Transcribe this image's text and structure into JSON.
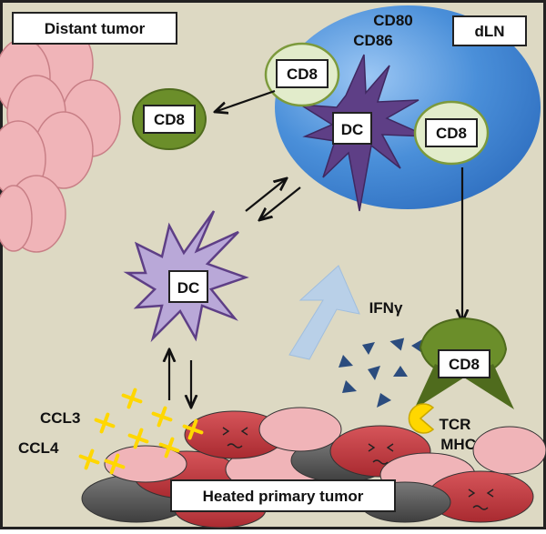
{
  "labels": {
    "distant_tumor": "Distant tumor",
    "dln": "dLN",
    "cd80": "CD80",
    "cd86": "CD86",
    "cd8_top": "CD8",
    "cd8_left": "CD8",
    "cd8_right": "CD8",
    "cd8_bottom": "CD8",
    "dc_top": "DC",
    "dc_mid": "DC",
    "ifng": "IFNγ",
    "ccl3": "CCL3",
    "ccl4": "CCL4",
    "tcr": "TCR",
    "mhci": "MHCI",
    "heated_primary_tumor": "Heated primary tumor"
  },
  "colors": {
    "background": "#ddd9c3",
    "dln_fill": "#4a8fd9",
    "cd8_activated": "#6b8e2a",
    "cd8_naive": "#e2eccb",
    "dc_fill": "#5e3f86",
    "dc_light": "#b9a8d8",
    "tumor_pink": "#e8a0a6",
    "tumor_red": "#c43b40",
    "tumor_gray": "#5a5a5a",
    "chemokine": "#ffd700",
    "ifng_triangles": "#2b4c7e",
    "big_arrow": "#b9d0e8"
  },
  "icons": [
    "sad-face-icon",
    "chemokine-cross-icon",
    "tcr-pacman-icon",
    "triangle-ifng-icon"
  ]
}
